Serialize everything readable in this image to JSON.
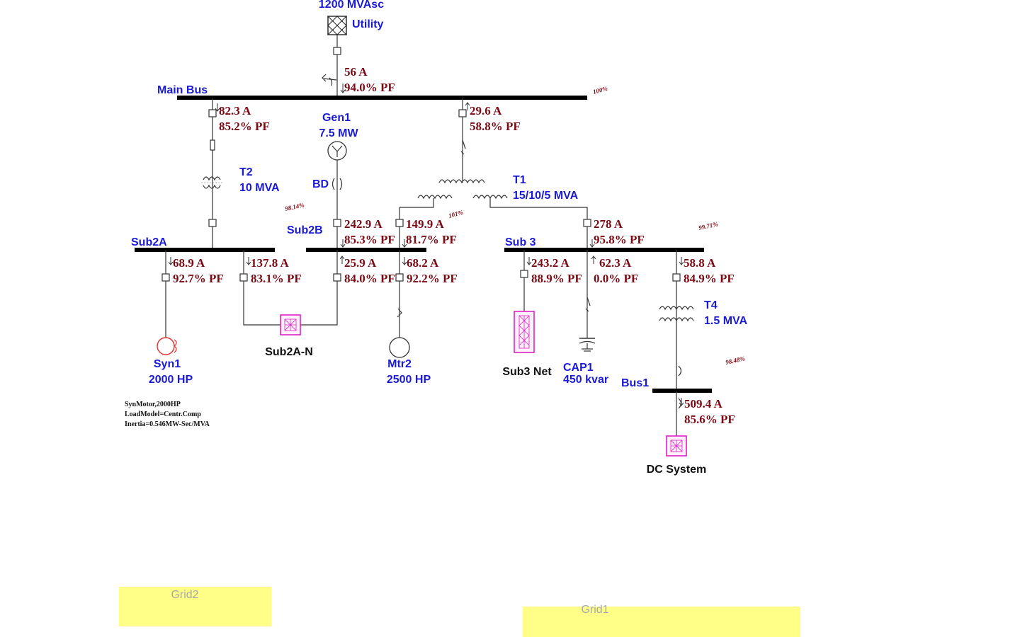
{
  "utility": {
    "short_circuit": "1200 MVAsc",
    "name": "Utility"
  },
  "buses": {
    "main": "Main Bus",
    "sub2a": "Sub2A",
    "sub2b": "Sub2B",
    "sub3": "Sub 3",
    "bus1": "Bus1"
  },
  "bus_percent": {
    "main": "100%",
    "sub2b": "101%",
    "sub2a": "98.14%",
    "sub3": "99.71%",
    "bus1": "98.48%"
  },
  "generator": {
    "name": "Gen1",
    "rating": "7.5 MW",
    "breaker": "BD"
  },
  "transformers": {
    "t2": {
      "name": "T2",
      "rating": "10 MVA"
    },
    "t1": {
      "name": "T1",
      "rating": "15/10/5 MVA"
    },
    "t4": {
      "name": "T4",
      "rating": "1.5 MVA"
    }
  },
  "flows": {
    "utility": {
      "current": "56 A",
      "pf": "94.0% PF"
    },
    "main_t2": {
      "current": "82.3 A",
      "pf": "85.2% PF"
    },
    "main_t1": {
      "current": "29.6 A",
      "pf": "58.8% PF"
    },
    "gen1": {
      "current": "242.9 A",
      "pf": "85.3% PF"
    },
    "t1_sub2b": {
      "current": "149.9 A",
      "pf": "81.7% PF"
    },
    "t1_sub3": {
      "current": "278 A",
      "pf": "95.8% PF"
    },
    "syn1": {
      "current": "68.9 A",
      "pf": "92.7% PF"
    },
    "sub2a_tie": {
      "current": "137.8 A",
      "pf": "83.1% PF"
    },
    "sub2b_tie": {
      "current": "25.9 A",
      "pf": "84.0% PF"
    },
    "mtr2": {
      "current": "68.2 A",
      "pf": "92.2% PF"
    },
    "sub3_net": {
      "current": "243.2 A",
      "pf": "88.9% PF"
    },
    "cap1": {
      "current": "62.3 A",
      "pf": "0.0% PF"
    },
    "t4": {
      "current": "58.8 A",
      "pf": "84.9% PF"
    },
    "dc": {
      "current": "509.4 A",
      "pf": "85.6% PF"
    }
  },
  "loads": {
    "syn1": {
      "name": "Syn1",
      "rating": "2000 HP"
    },
    "mtr2": {
      "name": "Mtr2",
      "rating": "2500 HP"
    },
    "sub2a_n": "Sub2A-N",
    "sub3_net": "Sub3 Net",
    "cap1": {
      "name": "CAP1",
      "rating": "450 kvar"
    },
    "dc_system": "DC System"
  },
  "note": {
    "line1": "SynMotor,2000HP",
    "line2": "LoadModel=Centr.Comp",
    "line3": "Inertia=0.546MW-Sec/MVA"
  },
  "grids": {
    "grid2": "Grid2",
    "grid1": "Grid1"
  },
  "colors": {
    "bus_label": "#1a1ad6",
    "flow_label": "#7a0a14",
    "net_element": "#e020c8",
    "grid_zone": "#ffff88"
  }
}
